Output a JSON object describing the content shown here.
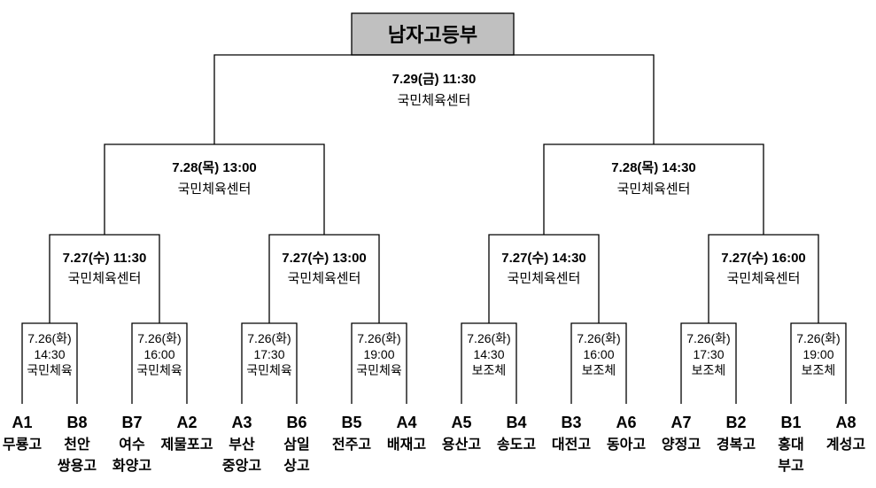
{
  "title": "남자고등부",
  "colors": {
    "title_bg": "#c0c0c0",
    "line": "#000000"
  },
  "final": {
    "datetime": "7.29(금) 11:30",
    "venue": "국민체육센터"
  },
  "semifinals": [
    {
      "datetime": "7.28(목) 13:00",
      "venue": "국민체육센터"
    },
    {
      "datetime": "7.28(목) 14:30",
      "venue": "국민체육센터"
    }
  ],
  "quarterfinals": [
    {
      "datetime": "7.27(수) 11:30",
      "venue": "국민체육센터"
    },
    {
      "datetime": "7.27(수) 13:00",
      "venue": "국민체육센터"
    },
    {
      "datetime": "7.27(수) 14:30",
      "venue": "국민체육센터"
    },
    {
      "datetime": "7.27(수) 16:00",
      "venue": "국민체육센터"
    }
  ],
  "round16": [
    {
      "date": "7.26(화)",
      "time": "14:30",
      "venue": "국민체육"
    },
    {
      "date": "7.26(화)",
      "time": "16:00",
      "venue": "국민체육"
    },
    {
      "date": "7.26(화)",
      "time": "17:30",
      "venue": "국민체육"
    },
    {
      "date": "7.26(화)",
      "time": "19:00",
      "venue": "국민체육"
    },
    {
      "date": "7.26(화)",
      "time": "14:30",
      "venue": "보조체"
    },
    {
      "date": "7.26(화)",
      "time": "16:00",
      "venue": "보조체"
    },
    {
      "date": "7.26(화)",
      "time": "17:30",
      "venue": "보조체"
    },
    {
      "date": "7.26(화)",
      "time": "19:00",
      "venue": "보조체"
    }
  ],
  "teams": [
    {
      "seed": "A1",
      "name": [
        "무룡고"
      ]
    },
    {
      "seed": "B8",
      "name": [
        "천안",
        "쌍용고"
      ]
    },
    {
      "seed": "B7",
      "name": [
        "여수",
        "화양고"
      ]
    },
    {
      "seed": "A2",
      "name": [
        "제물포고"
      ]
    },
    {
      "seed": "A3",
      "name": [
        "부산",
        "중앙고"
      ]
    },
    {
      "seed": "B6",
      "name": [
        "삼일",
        "상고"
      ]
    },
    {
      "seed": "B5",
      "name": [
        "전주고"
      ]
    },
    {
      "seed": "A4",
      "name": [
        "배재고"
      ]
    },
    {
      "seed": "A5",
      "name": [
        "용산고"
      ]
    },
    {
      "seed": "B4",
      "name": [
        "송도고"
      ]
    },
    {
      "seed": "B3",
      "name": [
        "대전고"
      ]
    },
    {
      "seed": "A6",
      "name": [
        "동아고"
      ]
    },
    {
      "seed": "A7",
      "name": [
        "양정고"
      ]
    },
    {
      "seed": "B2",
      "name": [
        "경복고"
      ]
    },
    {
      "seed": "B1",
      "name": [
        "홍대",
        "부고"
      ]
    },
    {
      "seed": "A8",
      "name": [
        "계성고"
      ]
    }
  ]
}
